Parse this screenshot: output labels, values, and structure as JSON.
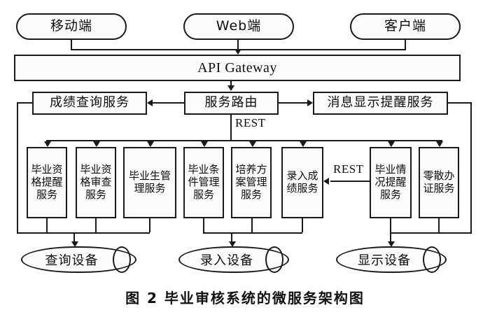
{
  "figure": {
    "caption": "图 2    毕业审核系统的微服务架构图"
  },
  "clients": [
    {
      "label": "移动端",
      "name": "client-mobile"
    },
    {
      "label": "Web端",
      "name": "client-web"
    },
    {
      "label": "客户端",
      "name": "client-desktop"
    }
  ],
  "gateway": {
    "label": "API Gateway"
  },
  "routing": {
    "left_service": "成绩查询服务",
    "router": "服务路由",
    "right_service": "消息显示提醒服务"
  },
  "edge_labels": {
    "rest_router": "REST",
    "rest_cross": "REST"
  },
  "services": [
    {
      "label": "毕业资格提醒服务",
      "name": "service-graduation-qualification-reminder"
    },
    {
      "label": "毕业资格审查服务",
      "name": "service-graduation-qualification-review"
    },
    {
      "label": "毕业生管理服务",
      "name": "service-graduate-management"
    },
    {
      "label": "毕业条件管理服务",
      "name": "service-graduation-condition-management"
    },
    {
      "label": "培养方案管理服务",
      "name": "service-training-plan-management"
    },
    {
      "label": "录入成绩服务",
      "name": "service-score-entry"
    },
    {
      "label": "毕业情况提醒服务",
      "name": "service-graduation-status-reminder"
    },
    {
      "label": "零散办证服务",
      "name": "service-misc-certificate"
    }
  ],
  "devices": [
    {
      "label": "查询设备",
      "name": "device-query"
    },
    {
      "label": "录入设备",
      "name": "device-entry"
    },
    {
      "label": "显示设备",
      "name": "device-display"
    }
  ],
  "colors": {
    "stroke": "#1a1a1a",
    "fill": "#fbfbfb",
    "background": "#ffffff"
  }
}
